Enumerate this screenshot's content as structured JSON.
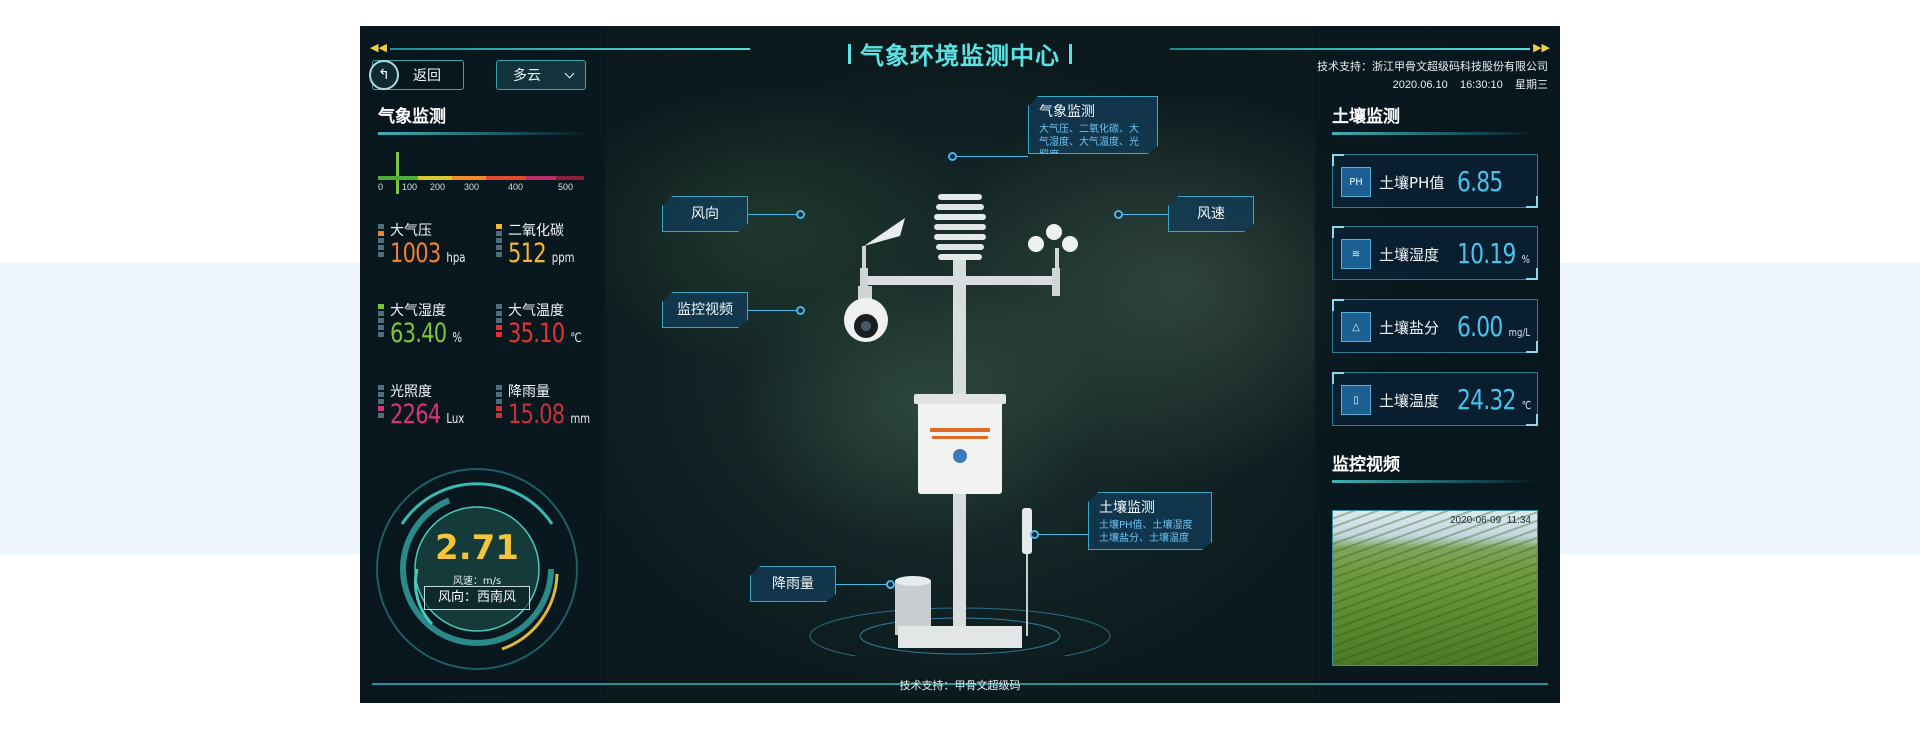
{
  "header": {
    "title": "气象环境监测中心",
    "support": "技术支持：浙江甲骨文超级码科技股份有限公司",
    "datetime": "2020.06.10    16:30:10    星期三"
  },
  "toolbar": {
    "back_label": "返回",
    "weather_selected": "多云"
  },
  "weather": {
    "title": "气象监测",
    "scale_ticks": [
      "0",
      "100",
      "200",
      "300",
      "400",
      "500"
    ],
    "metrics": [
      {
        "label": "大气压",
        "value": "1003",
        "unit": "hpa",
        "color": "#f08030"
      },
      {
        "label": "二氧化碳",
        "value": "512",
        "unit": "ppm",
        "color": "#f2b830"
      },
      {
        "label": "大气湿度",
        "value": "63.40",
        "unit": "%",
        "color": "#7cc43c"
      },
      {
        "label": "大气温度",
        "value": "35.10",
        "unit": "℃",
        "color": "#e8322e"
      },
      {
        "label": "光照度",
        "value": "2264",
        "unit": "Lux",
        "color": "#d8327a"
      },
      {
        "label": "降雨量",
        "value": "15.08",
        "unit": "mm",
        "color": "#c8303c"
      }
    ],
    "wind": {
      "speed": "2.71",
      "unit": "风速：m/s",
      "direction": "风向：西南风"
    }
  },
  "callouts": {
    "wind_dir": "风向",
    "wind_speed": "风速",
    "video": "监控视频",
    "rain": "降雨量",
    "weather_title": "气象监测",
    "weather_sub": "大气压、二氧化碳、大气湿度、大气温度、光照度",
    "soil_title": "土壤监测",
    "soil_sub": "土壤PH值、土壤湿度土壤盐分、土壤温度"
  },
  "soil": {
    "title": "土壤监测",
    "cards": [
      {
        "label": "土壤PH值",
        "value": "6.85",
        "unit": "",
        "icon": "ph-icon",
        "icon_text": "PH"
      },
      {
        "label": "土壤湿度",
        "value": "10.19",
        "unit": "%",
        "icon": "humidity-icon",
        "icon_text": "≋"
      },
      {
        "label": "土壤盐分",
        "value": "6.00",
        "unit": "mg/L",
        "icon": "salt-icon",
        "icon_text": "△"
      },
      {
        "label": "土壤温度",
        "value": "24.32",
        "unit": "℃",
        "icon": "thermometer-icon",
        "icon_text": "▯"
      }
    ]
  },
  "video": {
    "title": "监控视频",
    "timestamp": "2020-06-09  11:34"
  },
  "footer": {
    "text": "技术支持：甲骨文超级码"
  },
  "colors": {
    "accent": "#5ae3e2",
    "value_blue": "#49c2ee",
    "gauge_yellow": "#f2c53a"
  }
}
